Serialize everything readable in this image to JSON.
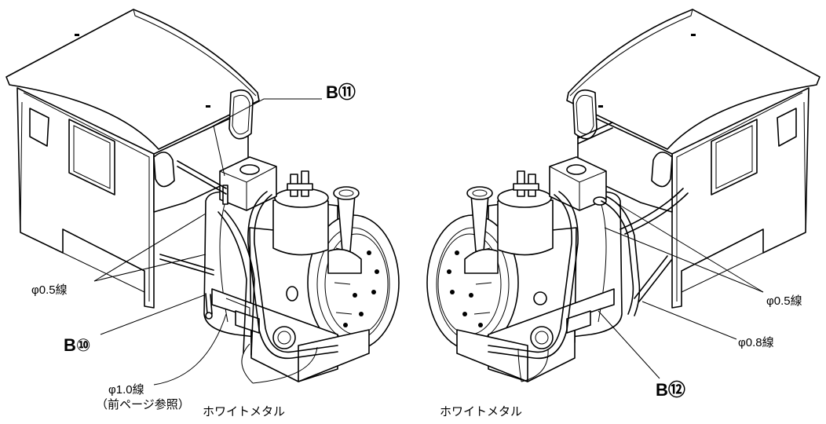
{
  "labels": {
    "b11": "B⑪",
    "b10": "B⑩",
    "b12": "B⑫",
    "wire05_left": "φ0.5線",
    "wire05_right": "φ0.5線",
    "wire08": "φ0.8線",
    "wire10_line1": "φ1.0線",
    "wire10_line2": "（前ページ参照）",
    "white_metal_left": "ホワイトメタル",
    "white_metal_right": "ホワイトメタル"
  }
}
